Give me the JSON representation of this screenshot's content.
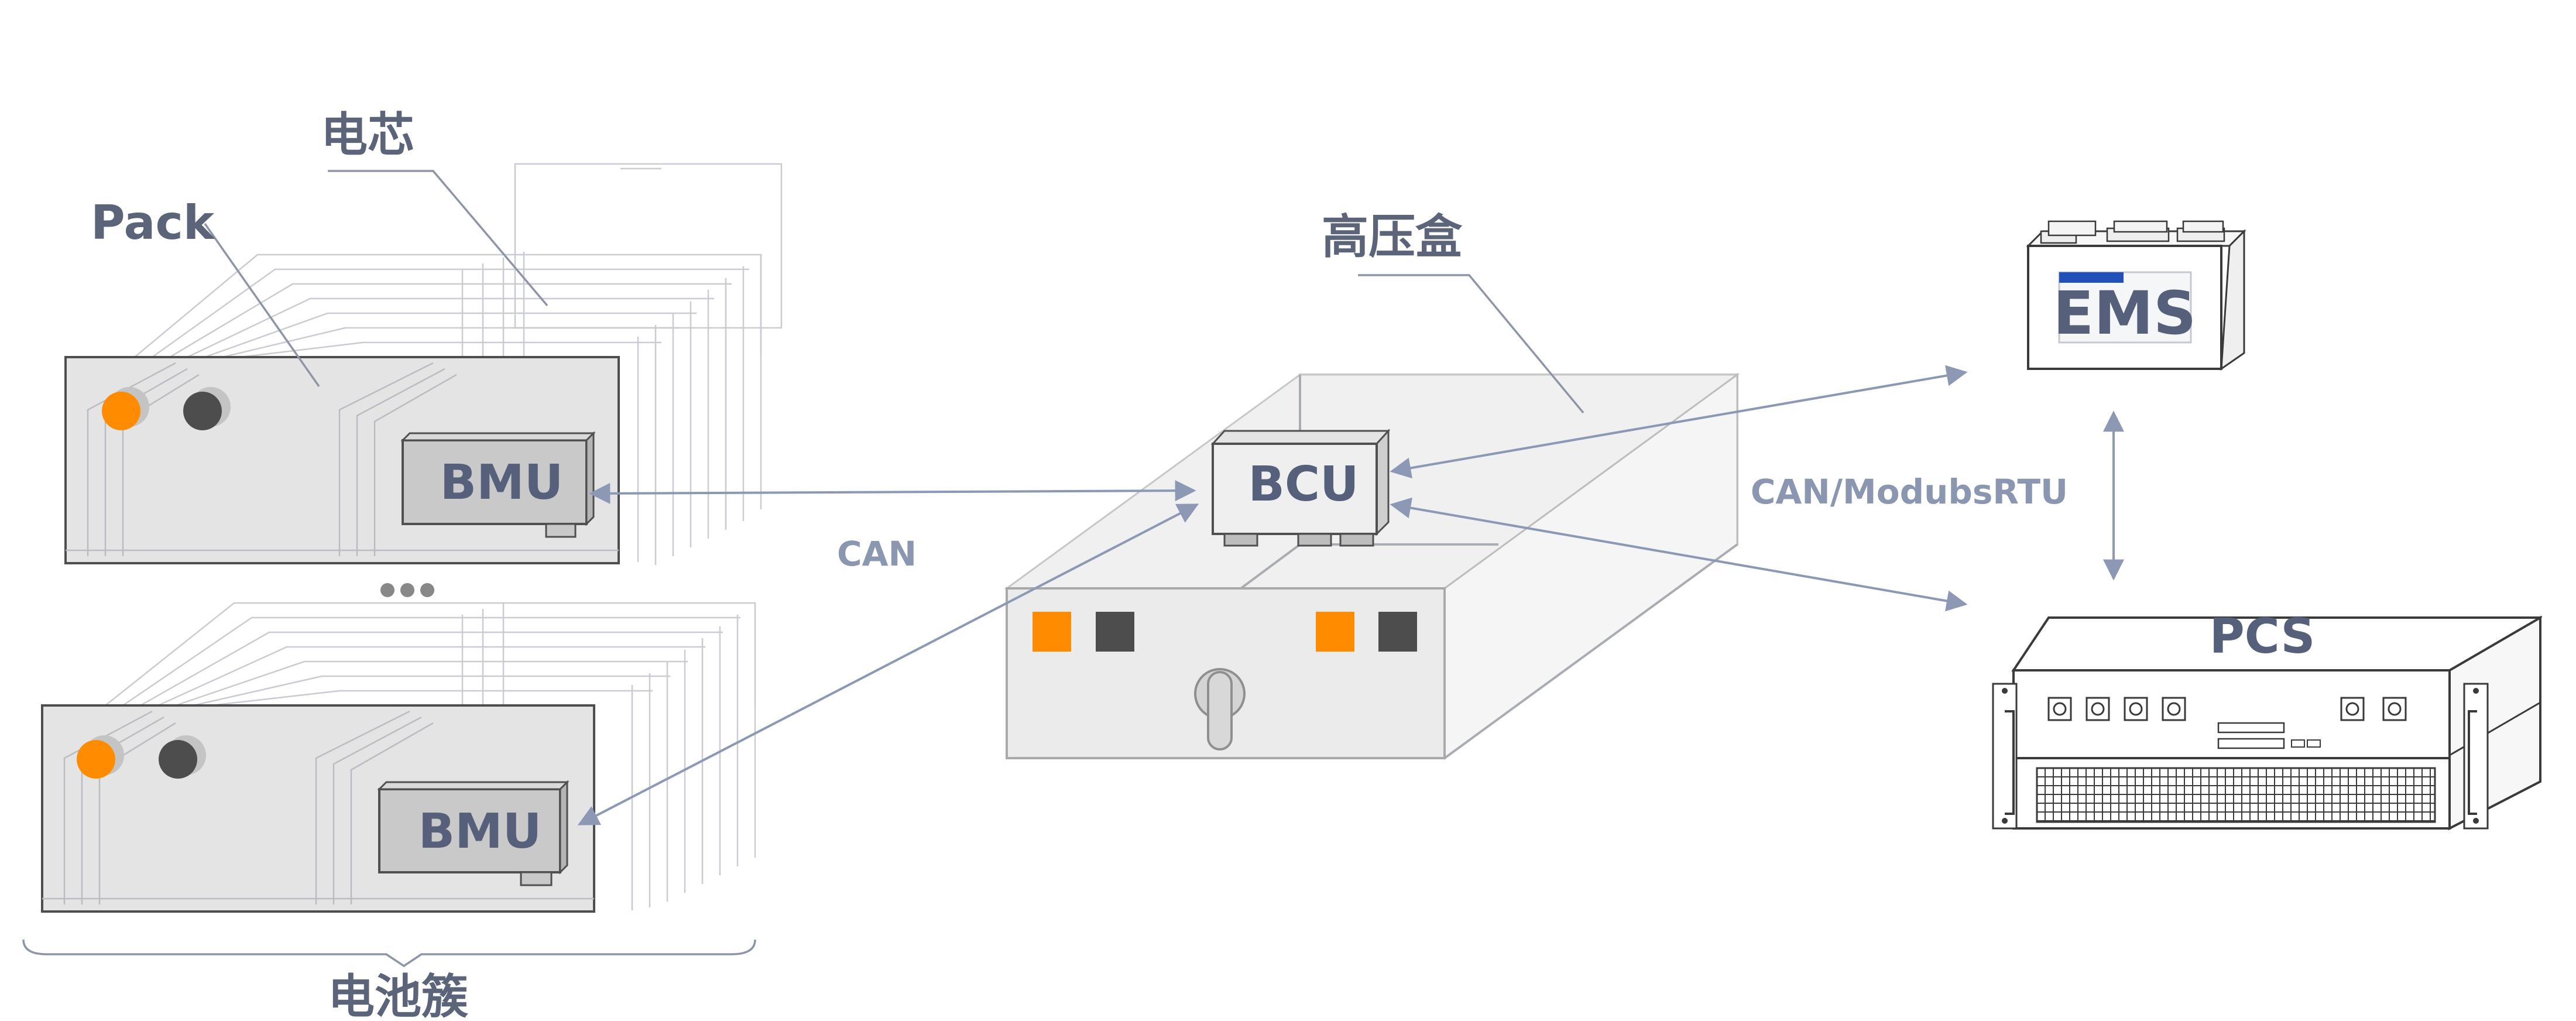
{
  "labels": {
    "cell": "电芯",
    "pack": "Pack",
    "cluster": "电池簇",
    "hv_box": "高压盒",
    "ems": "EMS",
    "pcs": "PCS",
    "bmu_top": "BMU",
    "bmu_bottom": "BMU",
    "bcu": "BCU"
  },
  "protocols": {
    "bmu_bcu": "CAN",
    "bcu_ems_pcs": "CAN/ModubsRTU"
  },
  "colors": {
    "text_dark": "#5b6478",
    "connector": "#8c98b4",
    "accent_orange": "#ff8c00",
    "indicator_dark": "#4d4d4d",
    "ems_bar": "#2050b8"
  },
  "icons": [
    "ellipsis-dots-icon",
    "toggle-switch-icon",
    "arrow-icon"
  ]
}
